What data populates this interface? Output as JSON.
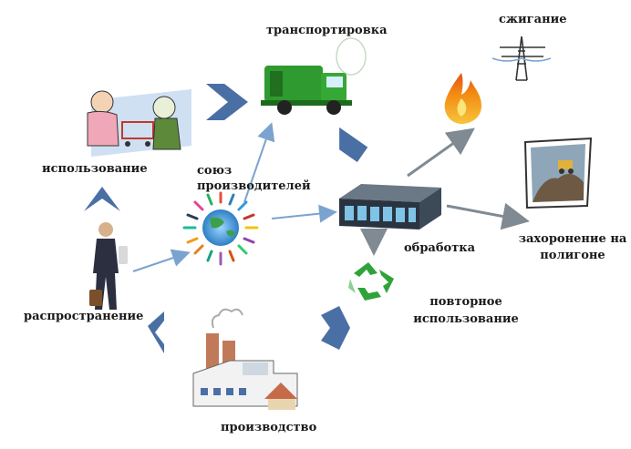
{
  "labels": {
    "transport": "транспортировка",
    "incineration": "сжигание",
    "usage": "использование",
    "union_line1": "союз",
    "union_line2": "производителей",
    "processing": "обработка",
    "landfill_line1": "захоронение на",
    "landfill_line2": "полигоне",
    "distribution": "распространение",
    "reuse_line1": "повторное",
    "reuse_line2": "использование",
    "production": "производство"
  },
  "icons": {
    "truck": "garbage-truck-icon",
    "fire": "fire-icon",
    "power_line": "power-line-icon",
    "shoppers": "shopping-cart-icon",
    "globe": "globe-icon",
    "plant": "processing-plant-icon",
    "landfill": "landfill-icon",
    "recycle": "recycle-icon",
    "businessman": "businessman-icon",
    "factory": "factory-icon"
  },
  "colors": {
    "chevron": "#4a6fa5",
    "arrow": "#7f8a93",
    "thin_arrow": "#7ba3cf",
    "truck": "#2f9a2f",
    "recycle": "#2fa33a",
    "fire": "#f28a12"
  }
}
